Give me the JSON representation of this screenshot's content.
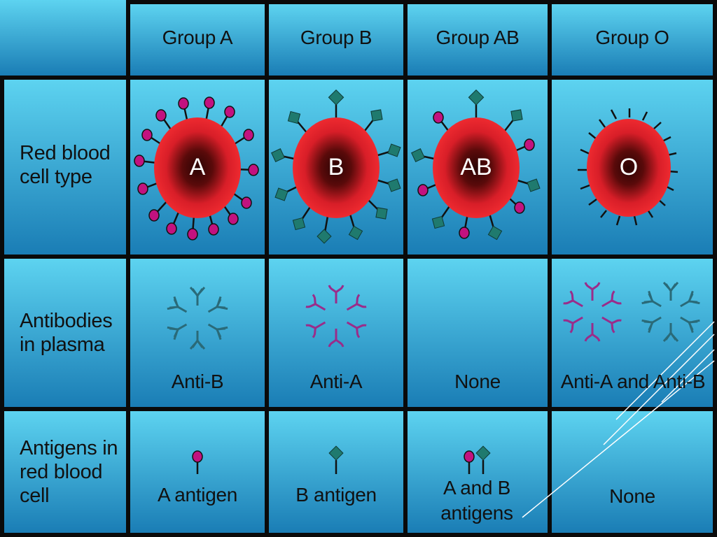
{
  "headers": [
    "Group A",
    "Group B",
    "Group AB",
    "Group O"
  ],
  "row_labels": {
    "rbc": "Red blood cell type",
    "antibodies": "Antibodies in plasma",
    "antigens": "Antigens in red blood cell"
  },
  "cell_letters": [
    "A",
    "B",
    "AB",
    "O"
  ],
  "antibody_captions": [
    "Anti-B",
    "Anti-A",
    "None",
    "Anti-A and Anti-B"
  ],
  "antigen_captions": [
    "A antigen",
    "B antigen",
    "A and B antigens",
    "None"
  ],
  "colors": {
    "cell_bg_top": "#5dd3f0",
    "cell_bg_bottom": "#1a7db5",
    "grid": "#0a0a0a",
    "rbc_red": "#e8202a",
    "rbc_dark": "#3a0808",
    "antigen_a": "#c2127f",
    "antigen_b": "#1f7a6e",
    "antibody_a": "#9a2c8a",
    "antibody_b": "#2a6a78"
  }
}
